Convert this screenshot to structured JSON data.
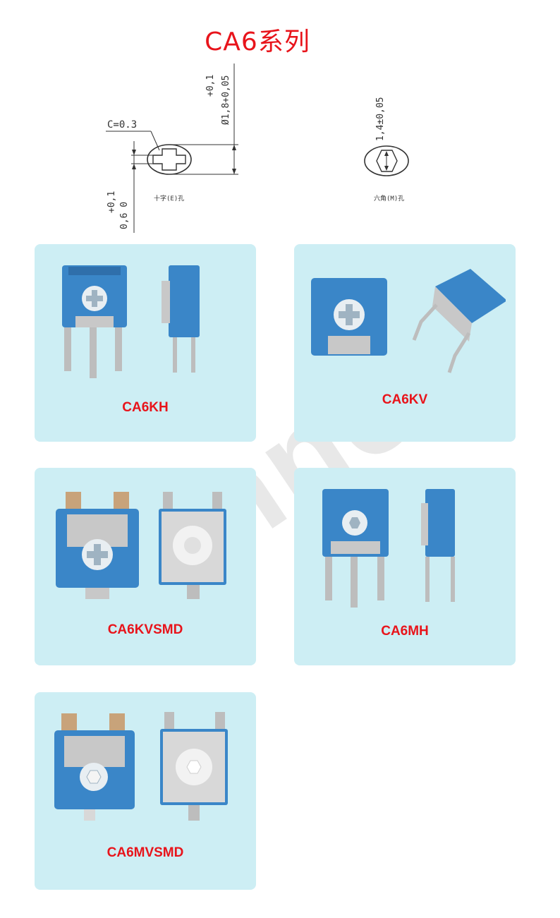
{
  "page": {
    "title": "CA6系列"
  },
  "drawing": {
    "left_dims": {
      "chamfer": "C=0.3",
      "width_tol": "+0,1",
      "width_val": "0,6 0"
    },
    "right_dims": {
      "dia_tol": "+0,1",
      "dia_val": "Ø1,8+0,05",
      "cross_caption": "十字(E)孔"
    },
    "hex": {
      "size": "1,4±0,05",
      "caption": "六角(M)孔"
    }
  },
  "products": [
    {
      "label": "CA6KH"
    },
    {
      "label": "CA6KV"
    },
    {
      "label": "CA6KVSMD"
    },
    {
      "label": "CA6MH"
    },
    {
      "label": "CA6MVSMD"
    }
  ],
  "watermark": "kennon",
  "colors": {
    "title": "#e8141b",
    "card_bg": "#cdeef4",
    "body_blue": "#3a86c8",
    "metal": "#c8c8c8"
  }
}
